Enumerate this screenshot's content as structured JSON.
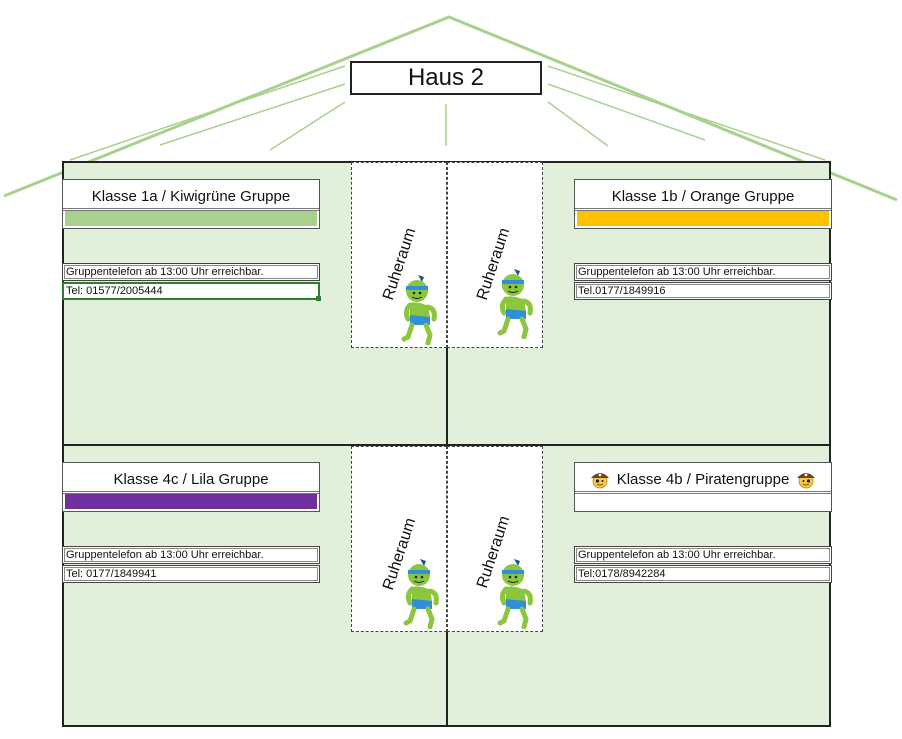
{
  "house": {
    "title": "Haus 2",
    "roof_color": "#a9d18e",
    "wall_color": "#e2efda"
  },
  "groups": [
    {
      "name": "Klasse 1a / Kiwigrüne Gruppe",
      "color": "#a9d18e",
      "phone_note": "Gruppentelefon ab 13:00 Uhr erreichbar.",
      "phone": "Tel: 01577/2005444"
    },
    {
      "name": "Klasse 1b / Orange Gruppe",
      "color": "#ffc000",
      "phone_note": "Gruppentelefon ab 13:00 Uhr erreichbar.",
      "phone": "Tel.0177/1849916"
    },
    {
      "name": "Klasse 4c / Lila Gruppe",
      "color": "#7030a0",
      "phone_note": "Gruppentelefon ab 13:00 Uhr erreichbar.",
      "phone": "Tel: 0177/1849941"
    },
    {
      "name": "Klasse 4b / Piratengruppe",
      "color": "#ffffff",
      "phone_note": "Gruppentelefon ab 13:00 Uhr erreichbar.",
      "phone": "Tel:0178/8942284"
    }
  ],
  "rest_rooms": [
    {
      "label": "Ruheraum"
    },
    {
      "label": "Ruheraum"
    },
    {
      "label": "Ruheraum"
    },
    {
      "label": "Ruheraum"
    }
  ],
  "icons": {
    "rest_figure": "resting-figure-icon",
    "pirate": "pirate-emoji-icon"
  }
}
